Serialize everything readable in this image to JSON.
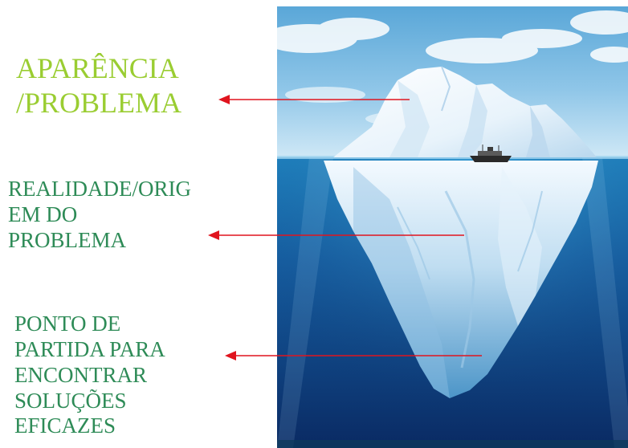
{
  "labels": {
    "appearance": {
      "text": "APARÊNCIA\n/PROBLEMA",
      "color": "#9ACD32"
    },
    "reality": {
      "text": "REALIDADE/ORIG\nEM DO\nPROBLEMA",
      "color": "#2E8B57"
    },
    "starting_point": {
      "text": "PONTO DE\nPARTIDA PARA\nENCONTRAR\nSOLUÇÕES\nEFICAZES",
      "color": "#2E8B57"
    }
  },
  "arrow_color": "#E0141E",
  "illustration": {
    "subject": "iceberg",
    "icons": [
      "iceberg-icon",
      "ship-icon"
    ],
    "colors": {
      "sky_top": "#5AA7D8",
      "sky_bottom": "#CFE8F6",
      "water_surface": "#1E86C4",
      "water_deep": "#0A2A63",
      "ice_light": "#F4FAFF",
      "ice_shadow": "#9CC7E6"
    }
  }
}
